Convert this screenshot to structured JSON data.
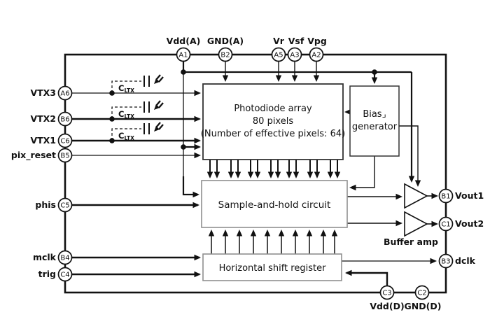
{
  "pins": {
    "a1": {
      "id": "A1",
      "label": "Vdd(A)"
    },
    "b2": {
      "id": "B2",
      "label": "GND(A)"
    },
    "a5": {
      "id": "A5",
      "label": "Vr"
    },
    "a3": {
      "id": "A3",
      "label": "Vsf"
    },
    "a2": {
      "id": "A2",
      "label": "Vpg"
    },
    "a6": {
      "id": "A6",
      "label": "VTX3"
    },
    "b6": {
      "id": "B6",
      "label": "VTX2"
    },
    "c6": {
      "id": "C6",
      "label": "VTX1"
    },
    "b5": {
      "id": "B5",
      "label": "pix_reset"
    },
    "c5": {
      "id": "C5",
      "label": "phis"
    },
    "b4": {
      "id": "B4",
      "label": "mclk"
    },
    "c4": {
      "id": "C4",
      "label": "trig"
    },
    "b1": {
      "id": "B1",
      "label": "Vout1"
    },
    "c1": {
      "id": "C1",
      "label": "Vout2"
    },
    "b3": {
      "id": "B3",
      "label": "dclk"
    },
    "c3": {
      "id": "C3",
      "label": "Vdd(D)"
    },
    "c2": {
      "id": "C2",
      "label": "GND(D)"
    }
  },
  "blocks": {
    "photodiode_array": {
      "line1": "Photodiode array",
      "line2": "80 pixels",
      "line3": "(Number of effective pixels: 64)"
    },
    "bias_generator": {
      "line1": "Bias⌟",
      "line2": "generator"
    },
    "sample_hold": {
      "label": "Sample-and-hold circuit"
    },
    "shift_register": {
      "label": "Horizontal shift register"
    },
    "buffer_amp": {
      "label": "Buffer amp"
    }
  },
  "capacitor": {
    "name": "C",
    "sub": "LTX"
  },
  "colors": {
    "line": "#111111",
    "block_border_dark": "#333333",
    "block_border_gray": "#8f8f8f",
    "background": "#ffffff"
  }
}
